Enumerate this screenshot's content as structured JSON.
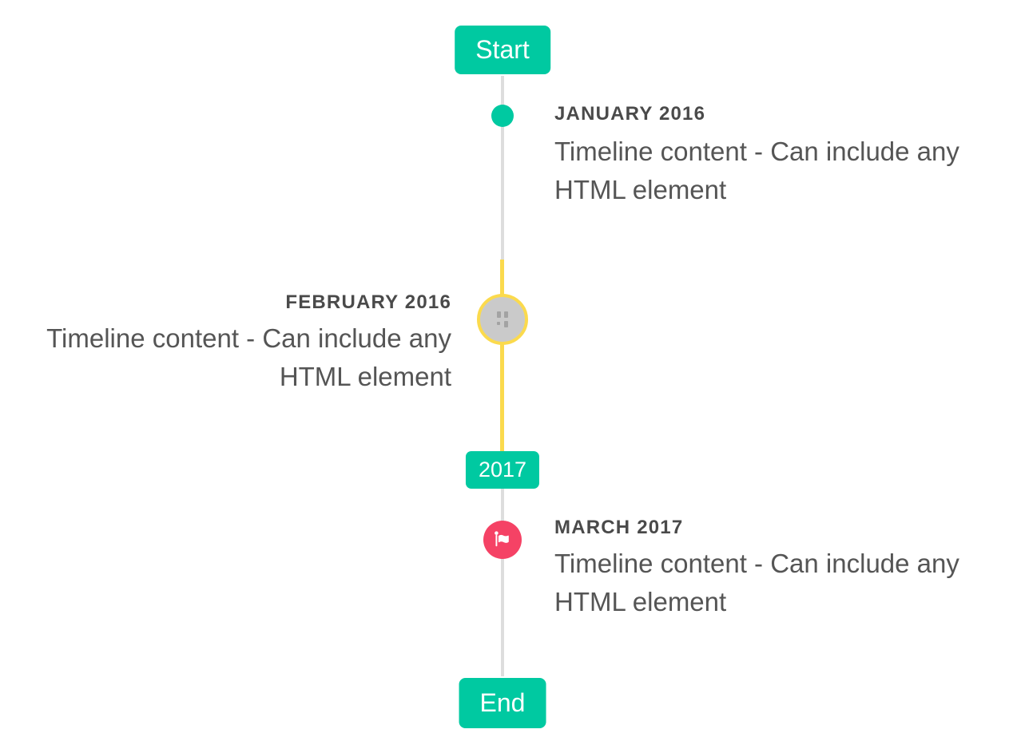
{
  "colors": {
    "accent": "#00C9A1",
    "highlight": "#FBDA4D",
    "flag": "#F54265",
    "line": "#DDDDDD",
    "placeholder_circle": "#CACACA",
    "placeholder_glyph": "#A3A3A3",
    "heading_text": "#4A4A4A",
    "body_text": "#555555",
    "badge_text": "#FFFFFF"
  },
  "timeline": {
    "start_label": "Start",
    "year_divider_label": "2017",
    "end_label": "End",
    "items": [
      {
        "title": "JANUARY 2016",
        "content": "Timeline content - Can include any HTML element",
        "side": "right",
        "marker": "teal-dot"
      },
      {
        "title": "FEBRUARY 2016",
        "content": "Timeline content - Can include any HTML element",
        "side": "left",
        "marker": "image-placeholder-highlighted"
      },
      {
        "title": "MARCH 2017",
        "content": "Timeline content - Can include any HTML element",
        "side": "right",
        "marker": "pink-flag"
      }
    ]
  }
}
